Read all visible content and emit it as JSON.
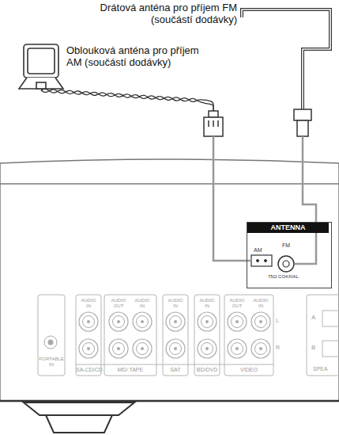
{
  "diagram": {
    "nodes": [
      {
        "text": [
          "ANTENNA",
          "AM",
          "FM",
          "75Ω COAXIAL"
        ]
      }
    ],
    "labels": [
      "Drátová anténa pro příjem FM (součástí dodávky)",
      "Oblouková anténa pro příjem AM (součástí dodávky)",
      "AUDIO IN",
      "AUDIO OUT",
      "AUDIO IN",
      "AUDIO IN",
      "AUDIO IN",
      "AUDIO OUT",
      "AUDIO IN",
      "L",
      "R",
      "PORTABLE IN",
      "SA-CD/CD",
      "MD/ TAPE",
      "SAT",
      "BD/DVD",
      "VIDEO",
      "A",
      "B",
      "SPEA"
    ]
  }
}
